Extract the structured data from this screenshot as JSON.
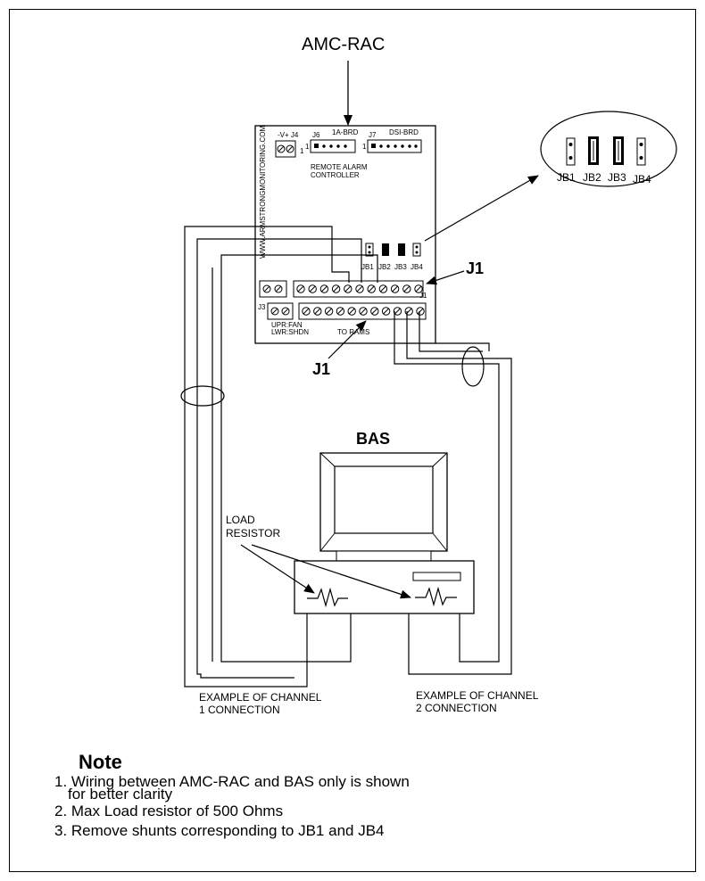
{
  "diagram": {
    "title": "AMC-RAC",
    "board": {
      "label_line1": "REMOTE ALARM",
      "label_line2": "CONTROLLER",
      "website": "WWW.ARMSTRONGMONITORING.COM",
      "j4_label": "-V+ J4",
      "j6_label": "J6",
      "brd1_label": "1A-BRD",
      "j7_label": "J7",
      "dsi_label": "DSI-BRD",
      "pin1_a": "1",
      "pin1_b": "1",
      "pin1_c": "1",
      "jb1": "JB1",
      "jb2": "JB2",
      "jb3": "JB3",
      "jb4": "JB4",
      "j1_small": "J1",
      "j3_small": "J3",
      "upr": "UPR:FAN",
      "lwr": "LWR:SHDN",
      "to_rams": "TO RAMS"
    },
    "callout": {
      "jb1": "JB1",
      "jb2": "JB2",
      "jb3": "JB3",
      "jb4": "JB4"
    },
    "j1_upper": "J1",
    "j1_lower": "J1",
    "bas_label": "BAS",
    "load_resistor_line1": "LOAD",
    "load_resistor_line2": "RESISTOR",
    "channel1_line1": "EXAMPLE OF CHANNEL",
    "channel1_line2": "1 CONNECTION",
    "channel2_line1": "EXAMPLE OF CHANNEL",
    "channel2_line2": "2 CONNECTION"
  },
  "note": {
    "heading": "Note",
    "items": [
      {
        "line1": "1. Wiring between AMC-RAC and BAS only  is shown",
        "line2": "for better clarity"
      },
      {
        "line1": "2. Max Load resistor of 500 Ohms"
      },
      {
        "line1": "3. Remove shunts corresponding to JB1 and JB4"
      }
    ]
  }
}
